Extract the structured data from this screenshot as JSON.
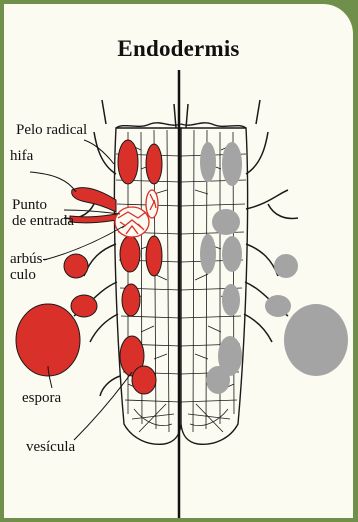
{
  "diagram": {
    "title": "Endodermis",
    "labels": {
      "pelo_radical": "Pelo radical",
      "hifa": "hifa",
      "punto_line1": "Punto",
      "punto_line2": "de entrada",
      "arbusculo_line1": "arbús-",
      "arbusculo_line2": "culo",
      "espora": "espora",
      "vesicula": "vesícula"
    },
    "colors": {
      "fungus_highlight": "#d9302a",
      "fungus_gray": "#a4a4a4",
      "outline": "#1a1a1a",
      "panel": "#fbfbf1",
      "frame": "#6f8f4a"
    }
  }
}
